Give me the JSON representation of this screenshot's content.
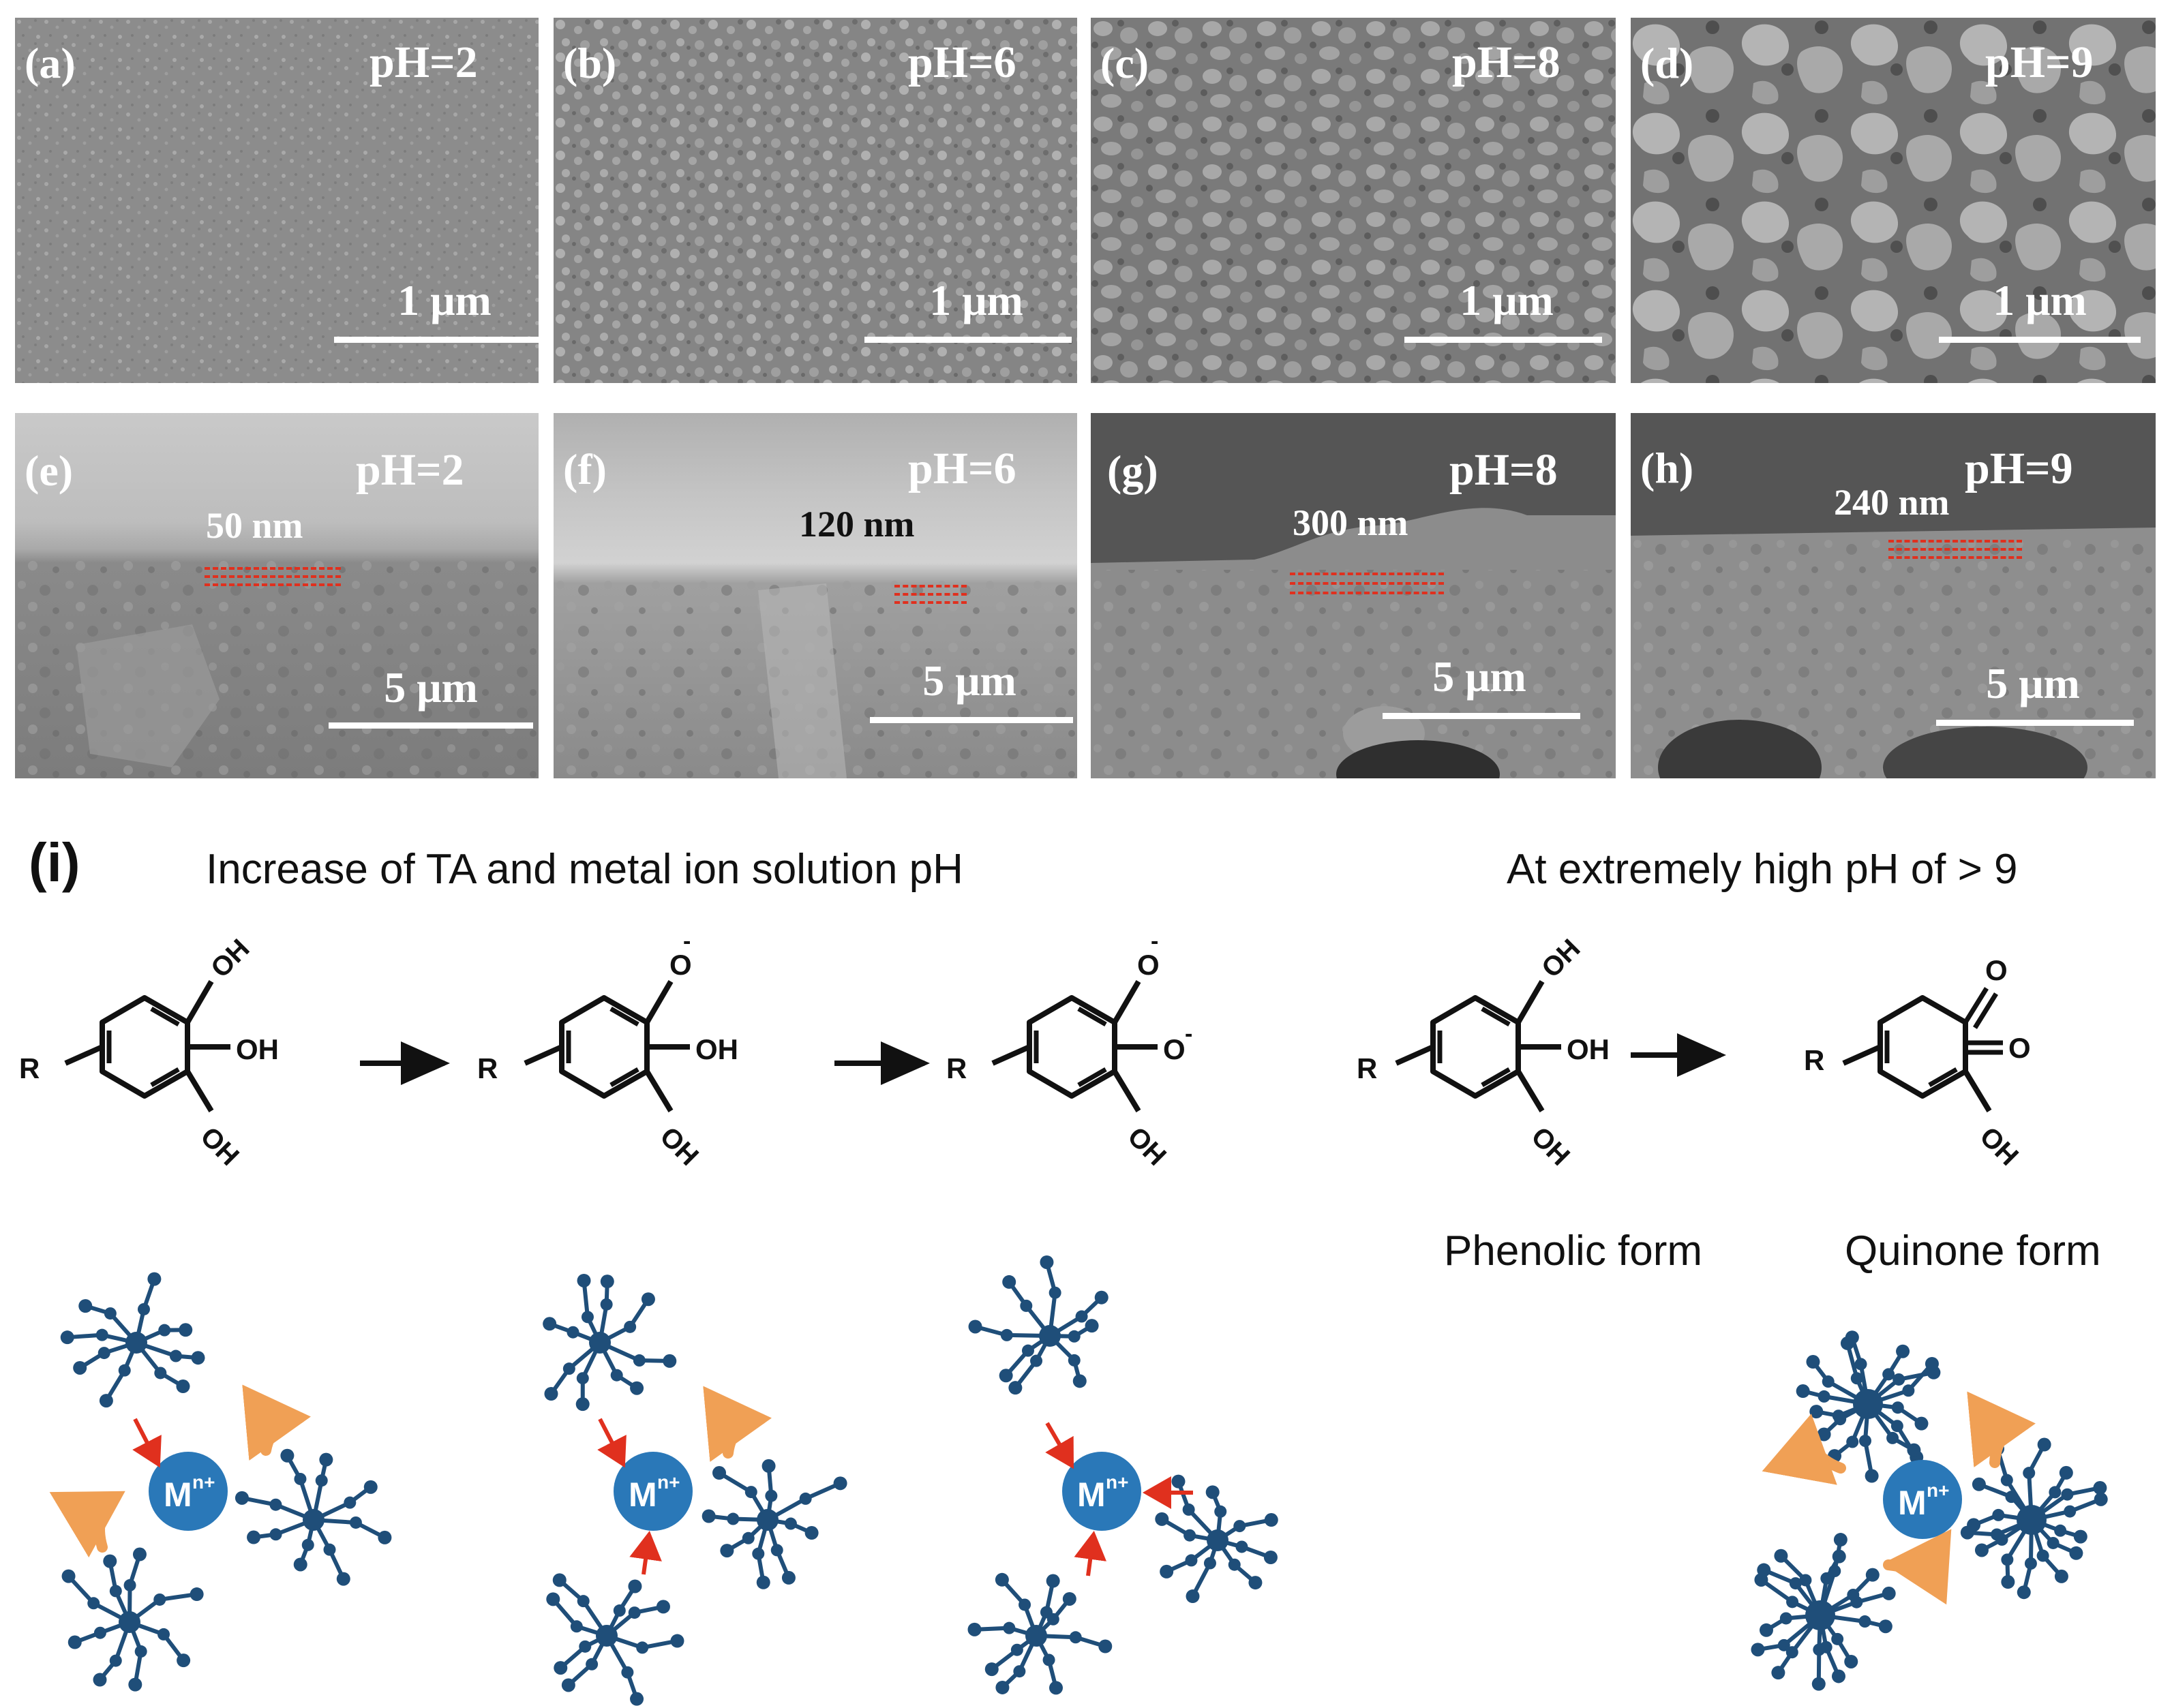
{
  "figure": {
    "top_panels": [
      {
        "label": "(a)",
        "ph": "pH=2",
        "scale": "1 μm"
      },
      {
        "label": "(b)",
        "ph": "pH=6",
        "scale": "1 μm"
      },
      {
        "label": "(c)",
        "ph": "pH=8",
        "scale": "1 μm"
      },
      {
        "label": "(d)",
        "ph": "pH=9",
        "scale": "1 μm"
      }
    ],
    "bottom_panels": [
      {
        "label": "(e)",
        "ph": "pH=2",
        "scale": "5 μm",
        "thickness": "50 nm"
      },
      {
        "label": "(f)",
        "ph": "pH=6",
        "scale": "5 μm",
        "thickness": "120 nm"
      },
      {
        "label": "(g)",
        "ph": "pH=8",
        "scale": "5 μm",
        "thickness": "300 nm"
      },
      {
        "label": "(h)",
        "ph": "pH=9",
        "scale": "5 μm",
        "thickness": "240 nm"
      }
    ],
    "scheme": {
      "label": "(i)",
      "heading_left": "Increase of TA and metal ion solution pH",
      "heading_right": "At extremely high pH of > 9",
      "phenolic_label": "Phenolic form",
      "quinone_label": "Quinone form",
      "metal_ion": "M",
      "metal_charge": "n+",
      "group_R": "R",
      "group_OH": "OH",
      "group_O_minus": "O",
      "minus_sign": "-",
      "group_O": "O"
    },
    "colors": {
      "molecule": "#1f4e79",
      "metal_ion": "#2a78b8",
      "coordination_arrow": "#e0301e",
      "release_arrow": "#f0a055",
      "thickness_marker": "#e0301e"
    }
  }
}
